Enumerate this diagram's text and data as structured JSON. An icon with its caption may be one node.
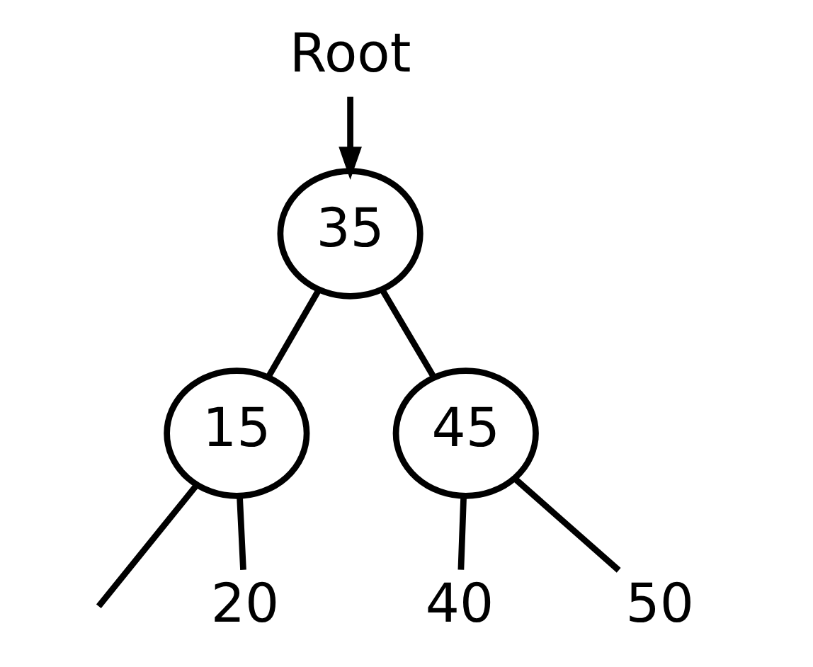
{
  "diagram": {
    "nodes": [
      {
        "text": [
          "Root"
        ]
      },
      {
        "text": [
          "35"
        ]
      },
      {
        "text": [
          "15"
        ]
      },
      {
        "text": [
          "45"
        ]
      },
      {
        "text": [
          "20"
        ]
      },
      {
        "text": [
          "40"
        ]
      },
      {
        "text": [
          "50"
        ]
      }
    ],
    "edges": [
      {
        "from": 0,
        "to": 1,
        "arrow": "to"
      },
      {
        "from": 1,
        "to": 2,
        "arrow": "none"
      },
      {
        "from": 1,
        "to": 3,
        "arrow": "none"
      },
      {
        "from": 2,
        "to": null,
        "arrow": "none"
      },
      {
        "from": 2,
        "to": 4,
        "arrow": "none"
      },
      {
        "from": 3,
        "to": 5,
        "arrow": "none"
      },
      {
        "from": 3,
        "to": 6,
        "arrow": "none"
      }
    ]
  }
}
